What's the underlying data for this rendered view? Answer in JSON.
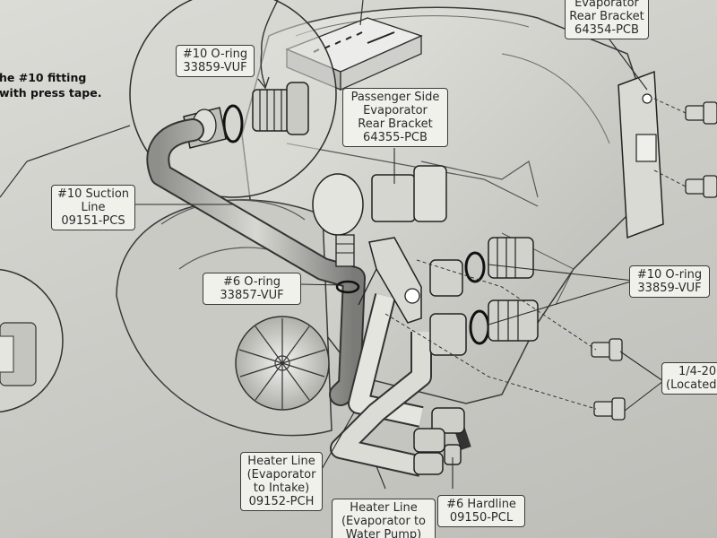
{
  "note": {
    "line1": "he #10 fitting",
    "line2": "with press tape."
  },
  "labels": {
    "evaporator_top": {
      "line1": "Evaporator",
      "line2": "Rear Bracket",
      "line3": "64354-PCB"
    },
    "oring_top": {
      "line1": "#10 O-ring",
      "line2": "33859-VUF"
    },
    "passenger_bracket": {
      "line1": "Passenger Side",
      "line2": "Evaporator",
      "line3": "Rear Bracket",
      "line4": "64355-PCB"
    },
    "suction_line": {
      "line1": "#10 Suction",
      "line2": "Line",
      "line3": "09151-PCS"
    },
    "oring_6": {
      "line1": "#6 O-ring",
      "line2": "33857-VUF"
    },
    "oring_right": {
      "line1": "#10 O-ring",
      "line2": "33859-VUF"
    },
    "bolt": {
      "line1": "1/4-20",
      "line2": "(Located"
    },
    "heater_intake": {
      "line1": "Heater Line",
      "line2": "(Evaporator",
      "line3": "to Intake)",
      "line4": "09152-PCH"
    },
    "hardline": {
      "line1": "#6 Hardline",
      "line2": "09150-PCL"
    },
    "heater_water": {
      "line1": "Heater Line",
      "line2": "(Evaporator to",
      "line3": "Water Pump)"
    }
  }
}
